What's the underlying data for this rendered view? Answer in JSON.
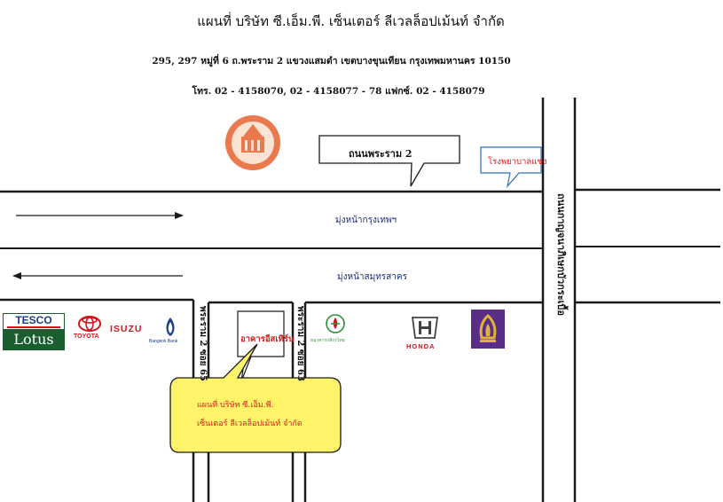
{
  "header": {
    "title": "แผนที่ บริษัท ซี.เอ็ม.พี. เซ็นเตอร์ ลีเวลล็อปเม้นท์ จำกัด",
    "address": "295, 297 หมู่ที่ 6 ถ.พระราม 2 แขวงแสมดำ เขตบางขุนเทียน กรุงเทพมหานคร 10150",
    "phone": "โทร. 02 - 4158070, 02 - 4158077 - 78  แฟกซ์. 02 - 4158079"
  },
  "roads": {
    "main_callout": "ถนนพระราม 2",
    "direction_top": "มุ่งหน้ากรุงเทพฯ",
    "direction_bottom": "มุ่งหน้าสมุทรสาคร",
    "soi_65": "พระราม 2 ซอย 65",
    "soi_63": "พระราม 2 ซอย 63",
    "cross_road": "ถนนกาญจนาภิเษกบัวกระเบื้อ"
  },
  "landmarks": {
    "factory": "โรงพยาบาลแซง",
    "building": "อาคารอีสเทิร์น"
  },
  "callout": {
    "line1": "แผนที่ บริษัท ซี.เอ็ม.พี.",
    "line2": "เซ็นเตอร์ ลีเวลล็อปเม้นท์ จำกัด"
  },
  "logos": {
    "tesco_top": "TESCO",
    "tesco_bottom": "Lotus",
    "toyota": "TOYOTA",
    "isuzu": "ISUZU",
    "bank_small": "Bangkok Bank",
    "honda": "HONDA",
    "kbank": "ธนาคารกสิกรไทย"
  },
  "colors": {
    "road_line": "#1a1a1a",
    "callout_fill": "#fff36a",
    "callout_text": "#d42020",
    "label_text": "#1b2f7a",
    "scb_purple": "#5a2d86",
    "tesco_red": "#d4141c",
    "tesco_green": "#1a5d2e"
  }
}
